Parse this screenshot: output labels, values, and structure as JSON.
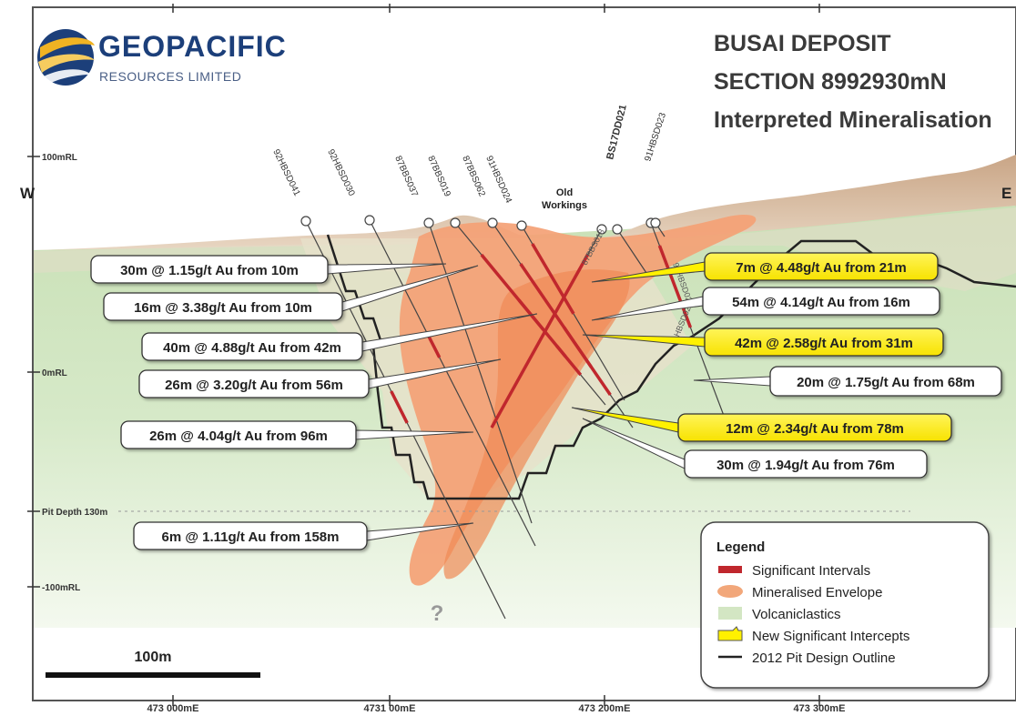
{
  "logo": {
    "name": "GEOPACIFIC",
    "sub": "RESOURCES LIMITED"
  },
  "title": {
    "line1": "BUSAI DEPOSIT",
    "line2": "SECTION 8992930mN",
    "line3": "Interpreted Mineralisation"
  },
  "compass": {
    "west": "W",
    "east": "E"
  },
  "elevation_labels": {
    "rl100": "100mRL",
    "rl0": "0mRL",
    "pit_depth": "Pit Depth 130m",
    "rlm100": "-100mRL"
  },
  "easting_labels": [
    "473 000mE",
    "4731 00mE",
    "473 200mE",
    "473 300mE"
  ],
  "old_workings": {
    "line1": "Old",
    "line2": "Workings"
  },
  "unknown_mark": "?",
  "scale_bar": {
    "label": "100m"
  },
  "drillholes": [
    "92HBSD041",
    "92HBSD030",
    "87BBS037",
    "87BBS019",
    "87BBS062",
    "91HBSD024",
    "BS17DD021",
    "87BBS018",
    "91HBSD023",
    "91HBSD025",
    "87BBS009"
  ],
  "intercepts": [
    {
      "text": "30m @ 1.15g/t Au from 10m",
      "highlight": false
    },
    {
      "text": "16m @ 3.38g/t Au from 10m",
      "highlight": false
    },
    {
      "text": "40m @ 4.88g/t Au from 42m",
      "highlight": false
    },
    {
      "text": "26m @ 3.20g/t Au from 56m",
      "highlight": false
    },
    {
      "text": "26m @ 4.04g/t Au from 96m",
      "highlight": false
    },
    {
      "text": "6m @ 1.11g/t Au from 158m",
      "highlight": false
    },
    {
      "text": "7m @ 4.48g/t Au from 21m",
      "highlight": true
    },
    {
      "text": "54m @ 4.14g/t Au from 16m",
      "highlight": false
    },
    {
      "text": "42m @ 2.58g/t Au from 31m",
      "highlight": true
    },
    {
      "text": "20m @ 1.75g/t Au from 68m",
      "highlight": false
    },
    {
      "text": "12m @ 2.34g/t Au from 78m",
      "highlight": true
    },
    {
      "text": "30m @ 1.94g/t Au from 76m",
      "highlight": false
    }
  ],
  "legend": {
    "title": "Legend",
    "items": [
      {
        "label": "Significant Intervals",
        "swatch": "interval"
      },
      {
        "label": "Mineralised Envelope",
        "swatch": "envelope"
      },
      {
        "label": "Volcaniclastics",
        "swatch": "volcaniclastics"
      },
      {
        "label": "New Significant Intercepts",
        "swatch": "new-intercept"
      },
      {
        "label": "2012 Pit Design Outline",
        "swatch": "pit-outline"
      }
    ]
  },
  "colors": {
    "volcaniclastic": "#d3e6c3",
    "surface_cover": "#e8dcc3",
    "envelope": "#f2a77a",
    "interval": "#c0272d",
    "highlight": "#fff100",
    "logo_blue": "#1c3f7a",
    "logo_gold": "#f0b323"
  }
}
